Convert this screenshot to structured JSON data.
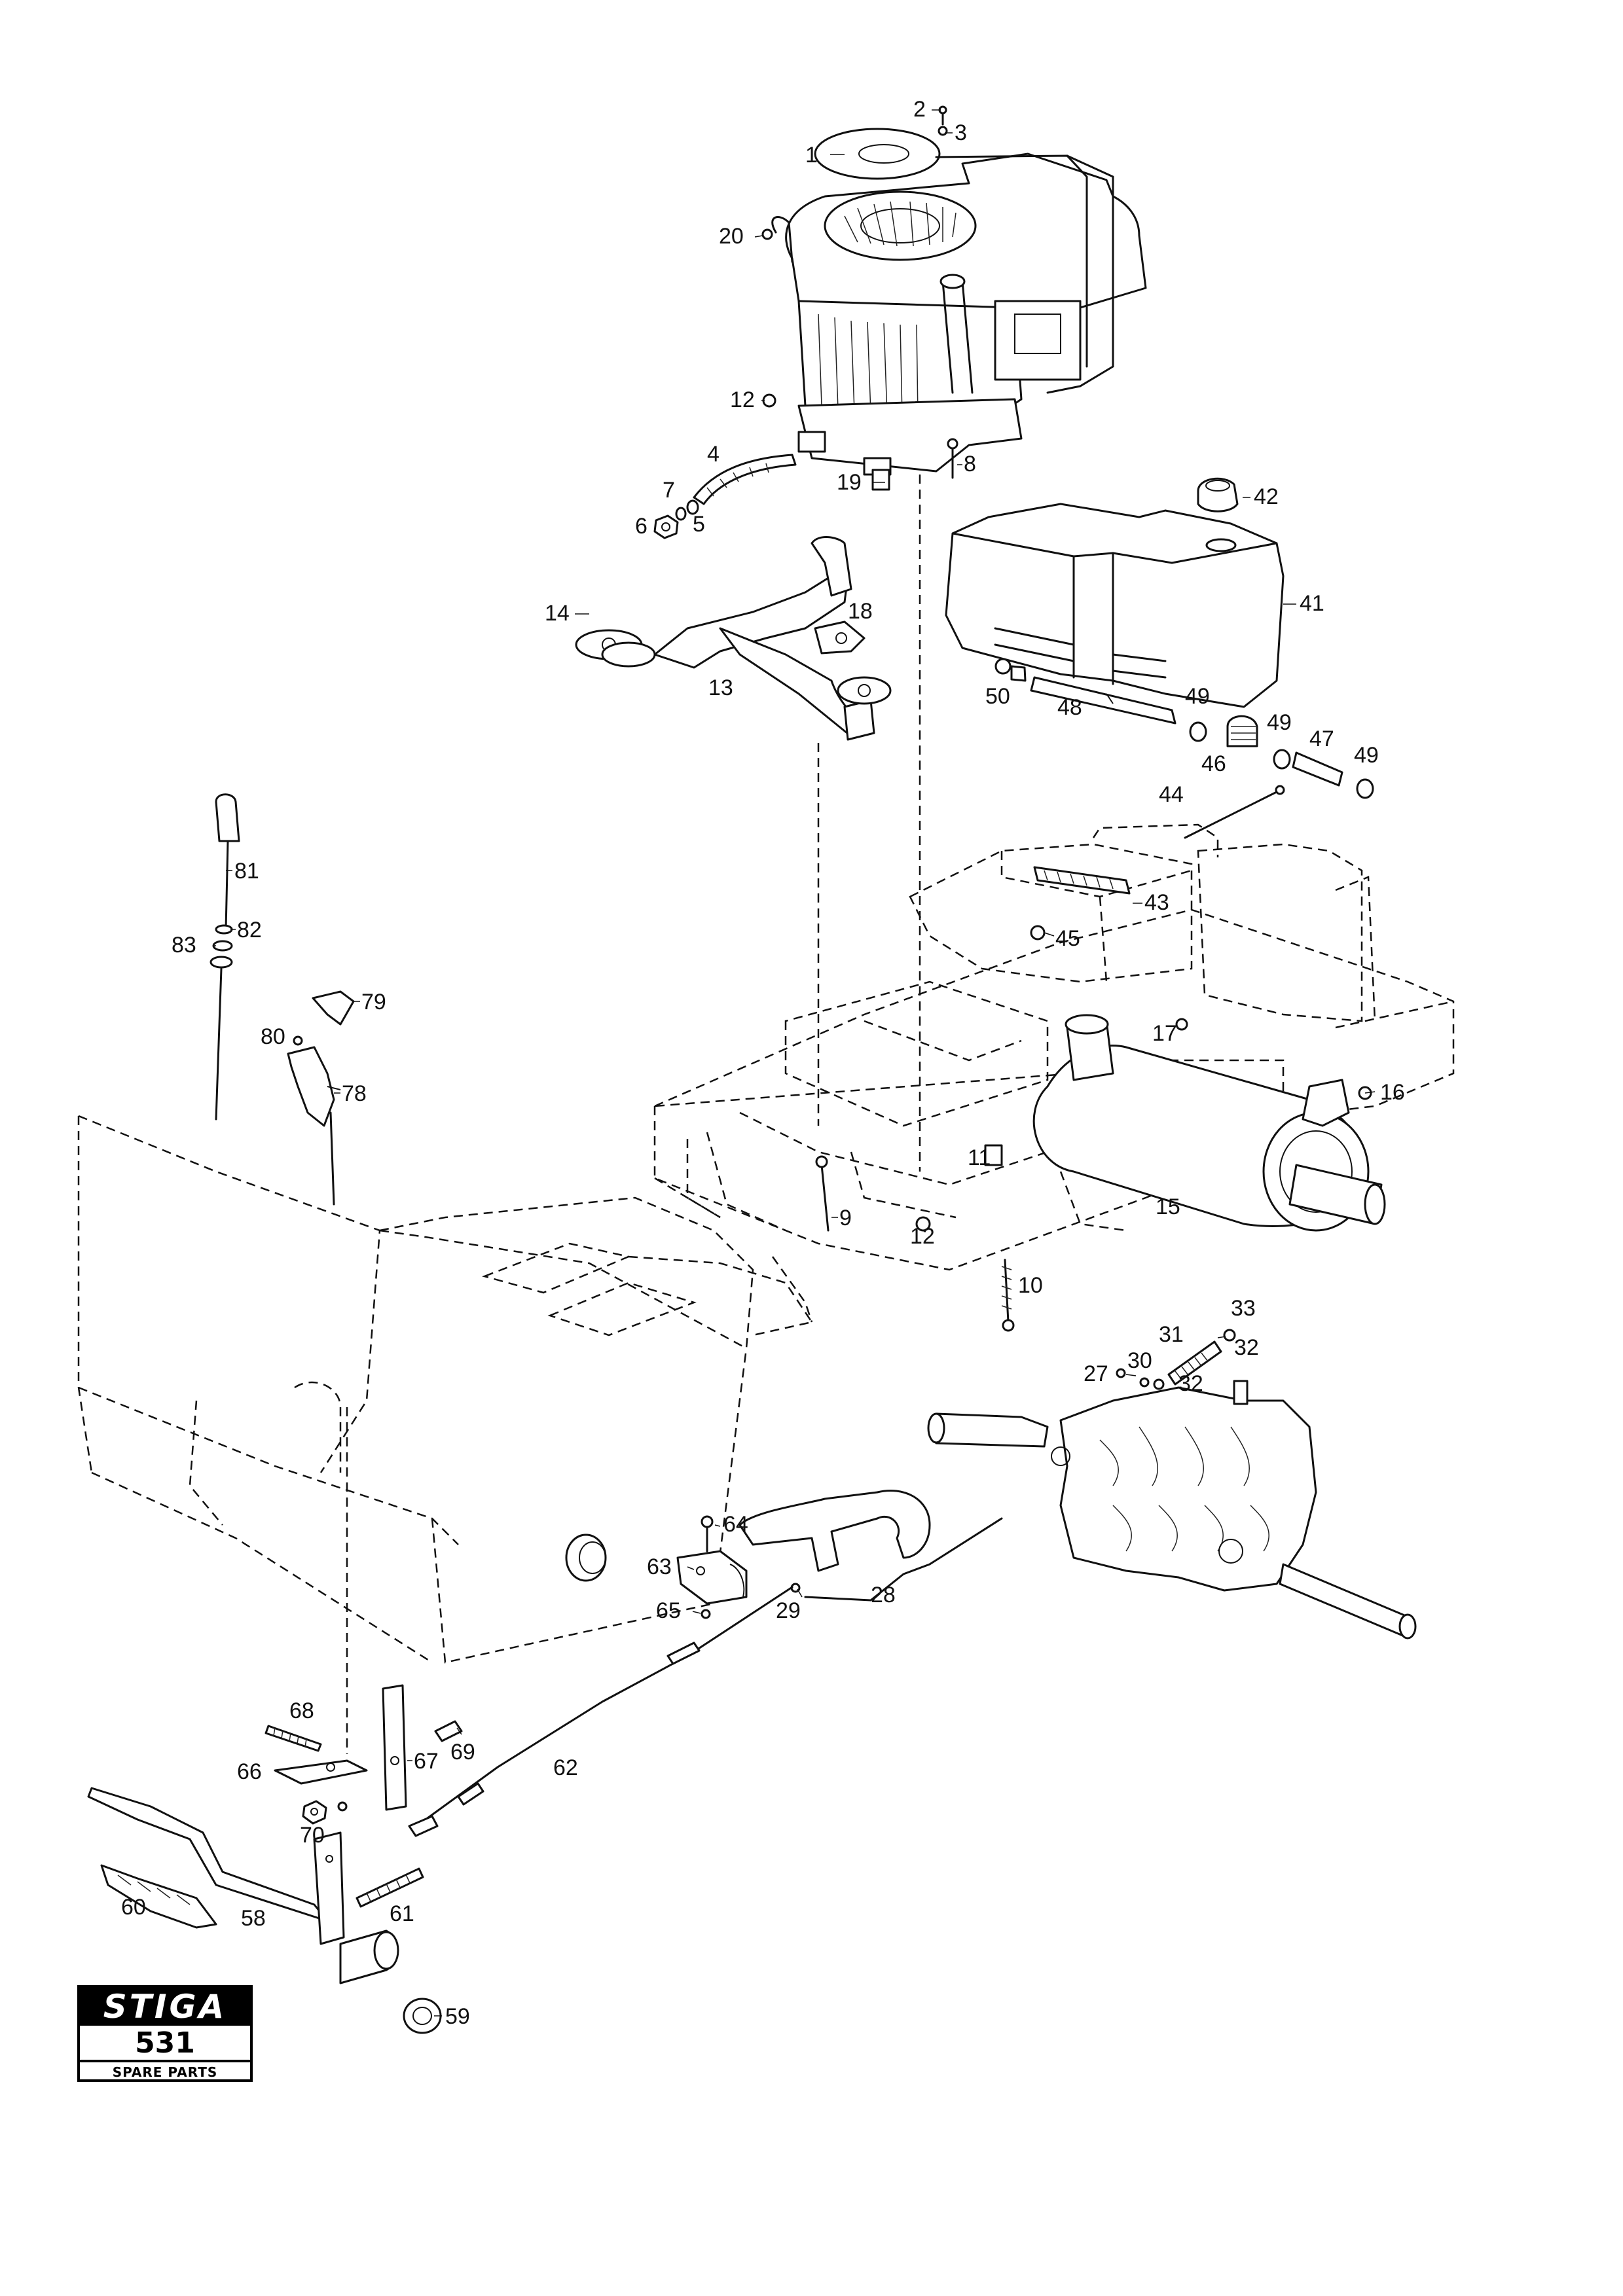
{
  "brand": {
    "logo_text": "STIGA",
    "model": "531",
    "caption": "SPARE PARTS"
  },
  "parts": [
    {
      "id": "p1",
      "label": "1"
    },
    {
      "id": "p2",
      "label": "2"
    },
    {
      "id": "p3",
      "label": "3"
    },
    {
      "id": "p20",
      "label": "20"
    },
    {
      "id": "p12a",
      "label": "12"
    },
    {
      "id": "p4",
      "label": "4"
    },
    {
      "id": "p7",
      "label": "7"
    },
    {
      "id": "p5",
      "label": "5"
    },
    {
      "id": "p6",
      "label": "6"
    },
    {
      "id": "p19",
      "label": "19"
    },
    {
      "id": "p8",
      "label": "8"
    },
    {
      "id": "p42",
      "label": "42"
    },
    {
      "id": "p14",
      "label": "14"
    },
    {
      "id": "p18",
      "label": "18"
    },
    {
      "id": "p13",
      "label": "13"
    },
    {
      "id": "p41",
      "label": "41"
    },
    {
      "id": "p50",
      "label": "50"
    },
    {
      "id": "p48",
      "label": "48"
    },
    {
      "id": "p49a",
      "label": "49"
    },
    {
      "id": "p49b",
      "label": "49"
    },
    {
      "id": "p47",
      "label": "47"
    },
    {
      "id": "p49c",
      "label": "49"
    },
    {
      "id": "p46",
      "label": "46"
    },
    {
      "id": "p44",
      "label": "44"
    },
    {
      "id": "p43",
      "label": "43"
    },
    {
      "id": "p45",
      "label": "45"
    },
    {
      "id": "p81",
      "label": "81"
    },
    {
      "id": "p82",
      "label": "82"
    },
    {
      "id": "p83",
      "label": "83"
    },
    {
      "id": "p79",
      "label": "79"
    },
    {
      "id": "p80",
      "label": "80"
    },
    {
      "id": "p78",
      "label": "78"
    },
    {
      "id": "p17",
      "label": "17"
    },
    {
      "id": "p16",
      "label": "16"
    },
    {
      "id": "p11",
      "label": "11"
    },
    {
      "id": "p9",
      "label": "9"
    },
    {
      "id": "p12b",
      "label": "12"
    },
    {
      "id": "p15",
      "label": "15"
    },
    {
      "id": "p10",
      "label": "10"
    },
    {
      "id": "p33",
      "label": "33"
    },
    {
      "id": "p31",
      "label": "31"
    },
    {
      "id": "p32a",
      "label": "32"
    },
    {
      "id": "p30",
      "label": "30"
    },
    {
      "id": "p27",
      "label": "27"
    },
    {
      "id": "p32b",
      "label": "32"
    },
    {
      "id": "p64",
      "label": "64"
    },
    {
      "id": "p63",
      "label": "63"
    },
    {
      "id": "p65",
      "label": "65"
    },
    {
      "id": "p29",
      "label": "29"
    },
    {
      "id": "p28",
      "label": "28"
    },
    {
      "id": "p68",
      "label": "68"
    },
    {
      "id": "p69",
      "label": "69"
    },
    {
      "id": "p66",
      "label": "66"
    },
    {
      "id": "p67",
      "label": "67"
    },
    {
      "id": "p62",
      "label": "62"
    },
    {
      "id": "p70",
      "label": "70"
    },
    {
      "id": "p61",
      "label": "61"
    },
    {
      "id": "p60",
      "label": "60"
    },
    {
      "id": "p58",
      "label": "58"
    },
    {
      "id": "p59",
      "label": "59"
    }
  ]
}
